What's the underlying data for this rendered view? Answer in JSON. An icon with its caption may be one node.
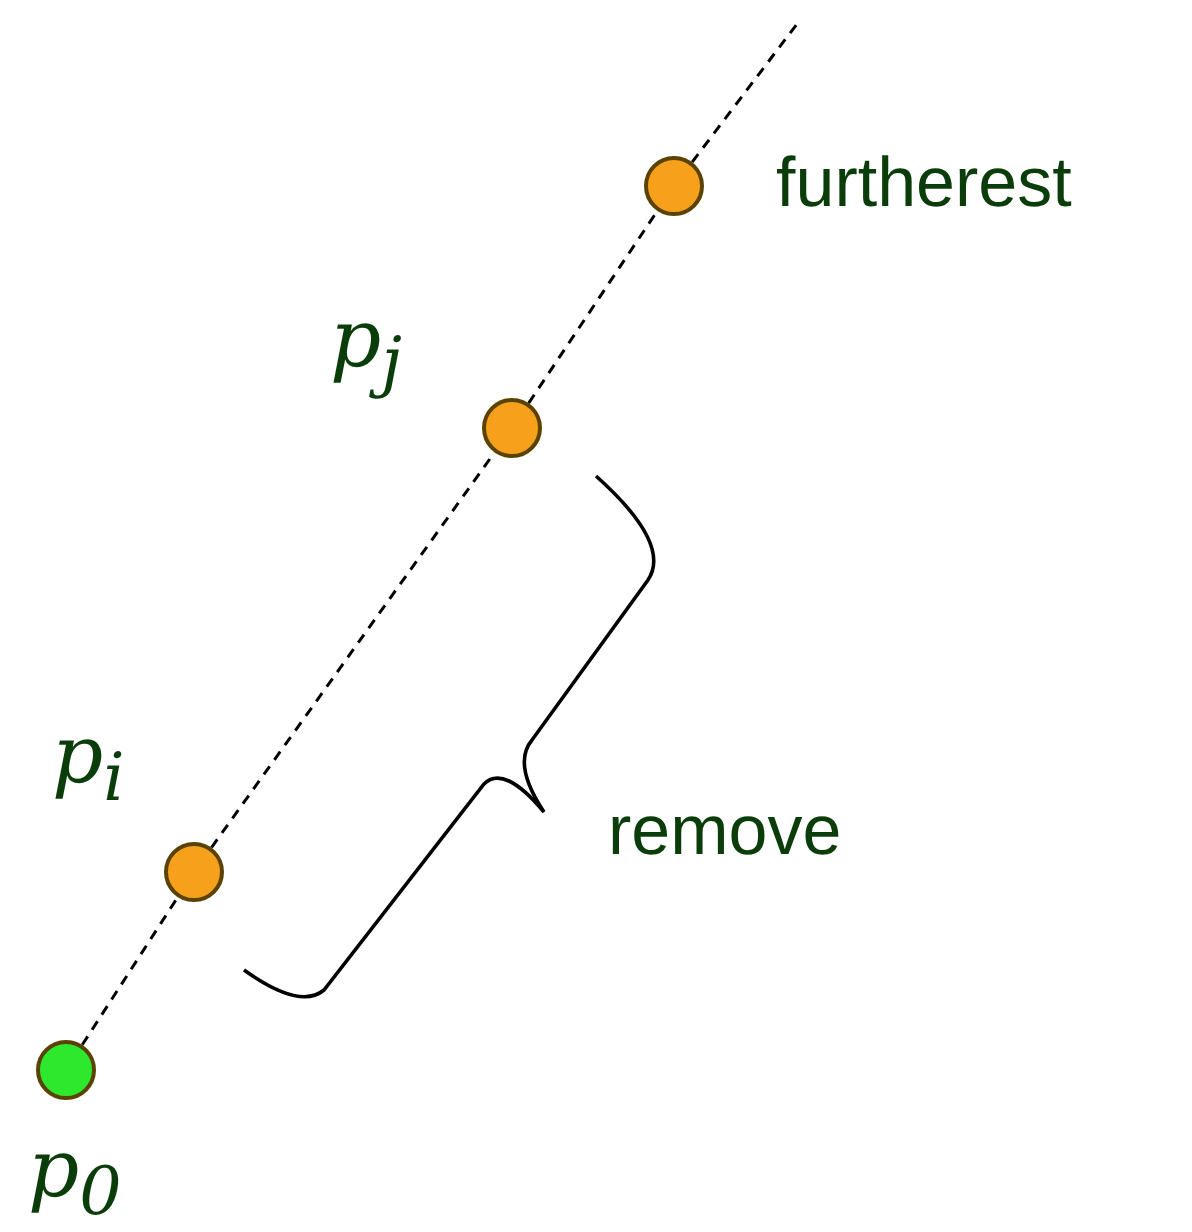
{
  "diagram": {
    "nodes": [
      {
        "text": [],
        "shape": "circle",
        "beside": [
          "p$_{0}$"
        ]
      },
      {
        "text": [],
        "shape": "circle",
        "beside": [
          "p$_{i}$"
        ]
      },
      {
        "text": [],
        "shape": "circle",
        "beside": [
          "p$_{j}$"
        ]
      },
      {
        "text": [],
        "shape": "circle",
        "beside": [
          "furtherest"
        ]
      }
    ],
    "edges": [
      {
        "from": 0,
        "to": 1,
        "arrow": "none",
        "style": "dashed"
      },
      {
        "from": 1,
        "to": 2,
        "arrow": "none",
        "style": "dashed"
      },
      {
        "from": 2,
        "to": 3,
        "arrow": "none",
        "style": "dashed"
      },
      {
        "from": 3,
        "to": null,
        "arrow": "none",
        "style": "dashed"
      }
    ],
    "labels": [
      "remove"
    ]
  }
}
